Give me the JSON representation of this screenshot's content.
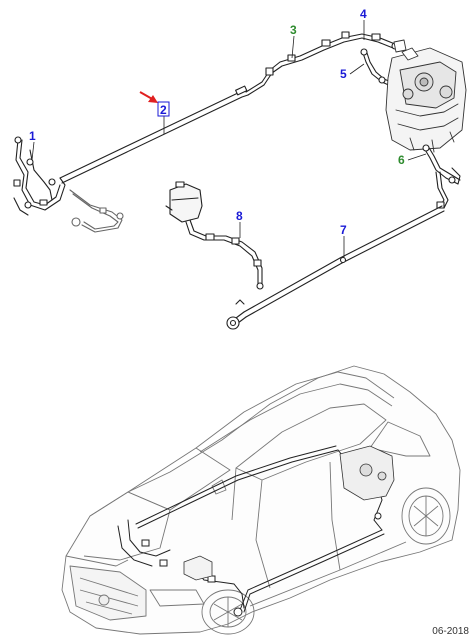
{
  "diagram": {
    "callouts": [
      {
        "id": "1",
        "text": "1",
        "color": "#1a1ad6"
      },
      {
        "id": "2",
        "text": "2",
        "color": "#1a1ad6",
        "boxed": true
      },
      {
        "id": "3",
        "text": "3",
        "color": "#2e8b2e"
      },
      {
        "id": "4",
        "text": "4",
        "color": "#1a1ad6"
      },
      {
        "id": "5",
        "text": "5",
        "color": "#1a1ad6"
      },
      {
        "id": "6",
        "text": "6",
        "color": "#2e8b2e"
      },
      {
        "id": "7",
        "text": "7",
        "color": "#1a1ad6"
      },
      {
        "id": "8",
        "text": "8",
        "color": "#1a1ad6"
      }
    ],
    "highlight_arrow_color": "#e02020",
    "line_color": "#222222",
    "car_line_color": "#666666"
  },
  "footer": {
    "date": "06-2018"
  }
}
